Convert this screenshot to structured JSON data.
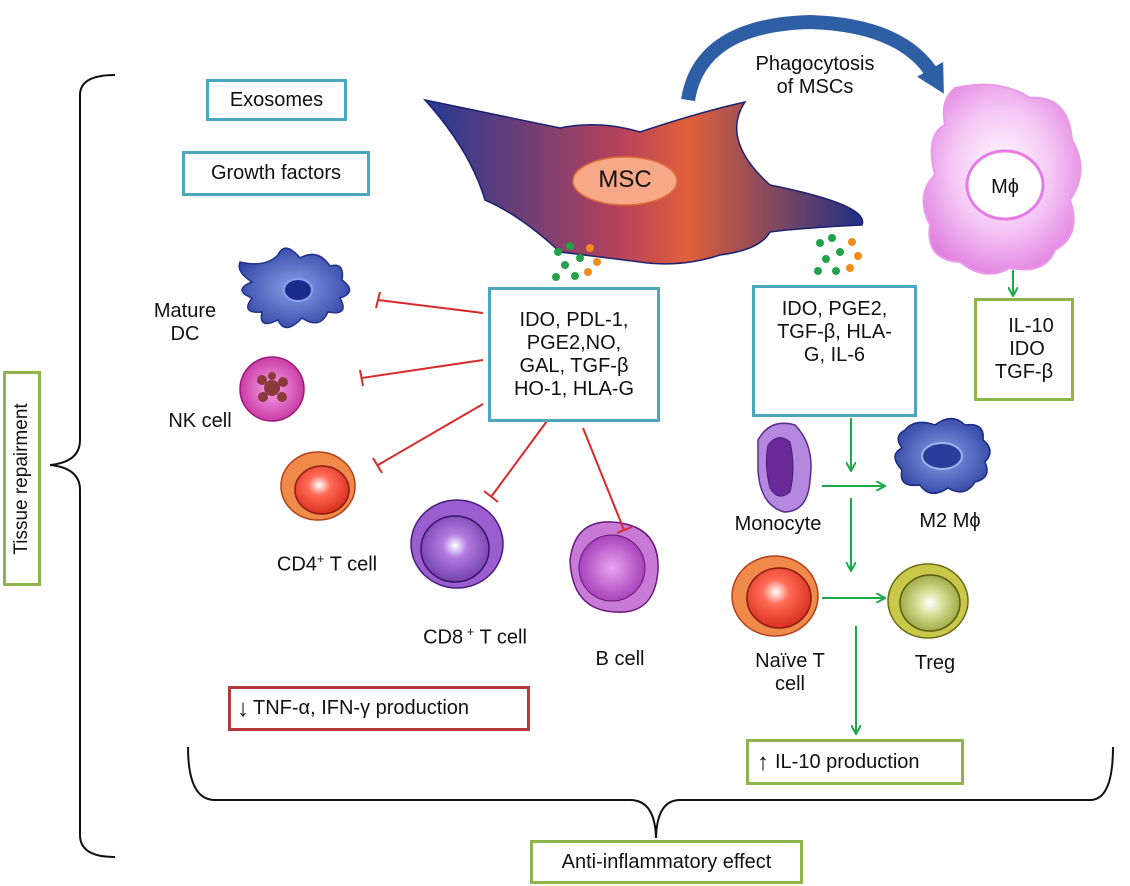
{
  "left_bracket_label": "Tissue repairment",
  "bottom_label": "Anti-inflammatory effect",
  "top_boxes": {
    "exosomes": "Exosomes",
    "growth_factors": "Growth factors"
  },
  "msc": {
    "label": "MSC",
    "phagocytosis_line1": "Phagocytosis",
    "phagocytosis_line2": "of MSCs"
  },
  "macrophage": {
    "label": "Mϕ",
    "factors": [
      "IL-10",
      "IDO",
      "TGF-β"
    ]
  },
  "left_factors": [
    "IDO, PDL-1,",
    "PGE2,NO,",
    "GAL, TGF-β",
    "HO-1, HLA-G"
  ],
  "right_factors": [
    "IDO, PGE2,",
    "TGF-β, HLA-",
    "G, IL-6"
  ],
  "cells": {
    "mature_dc_line1": "Mature",
    "mature_dc_line2": "DC",
    "nk_cell": "NK cell",
    "cd4_prefix": "CD4",
    "cd4_sup": "+",
    "cd4_suffix": " T cell",
    "cd8_prefix": "CD8",
    "cd8_sup": " +",
    "cd8_suffix": " T cell",
    "b_cell": "B cell",
    "monocyte": "Monocyte",
    "m2": "M2 Mϕ",
    "naive_line1": "Naïve T",
    "naive_line2": "cell",
    "treg": "Treg"
  },
  "effects": {
    "down_arrow": "↓",
    "down_text": "TNF-α, IFN-γ production",
    "up_arrow": "↑",
    "up_text": "IL-10 production"
  },
  "colors": {
    "teal_border": "#4aa7bd",
    "green_border": "#8db54b",
    "red_border": "#b23a3a",
    "inhibit": "#d62a2a",
    "promote": "#1aa84a",
    "phagocytosis_arrow": "#2e5fa5"
  }
}
